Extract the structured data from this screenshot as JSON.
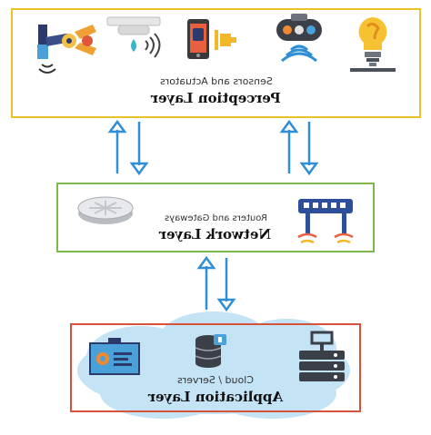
{
  "colors": {
    "perception_border": "#e8c22a",
    "network_border": "#7fb84a",
    "application_border": "#d8513a",
    "arrow": "#2e8fd6",
    "cloud": "#c4e3f5"
  },
  "perception": {
    "title": "Perception Layer",
    "subtitle": "Sensors and Actuators",
    "icons": [
      "robotic-arm-icon",
      "smoke-detector-icon",
      "smartphone-icon",
      "smart-speaker-icon",
      "smart-bulb-icon"
    ]
  },
  "network": {
    "title": "Network Layer",
    "subtitle": "Routers and Gateways",
    "icons": [
      "gateway-hub-icon",
      "wifi-router-icon"
    ]
  },
  "application": {
    "title": "Application Layer",
    "subtitle": "Cloud / Servers",
    "icons": [
      "application-monitor-icon",
      "database-icon",
      "server-rack-icon"
    ]
  }
}
